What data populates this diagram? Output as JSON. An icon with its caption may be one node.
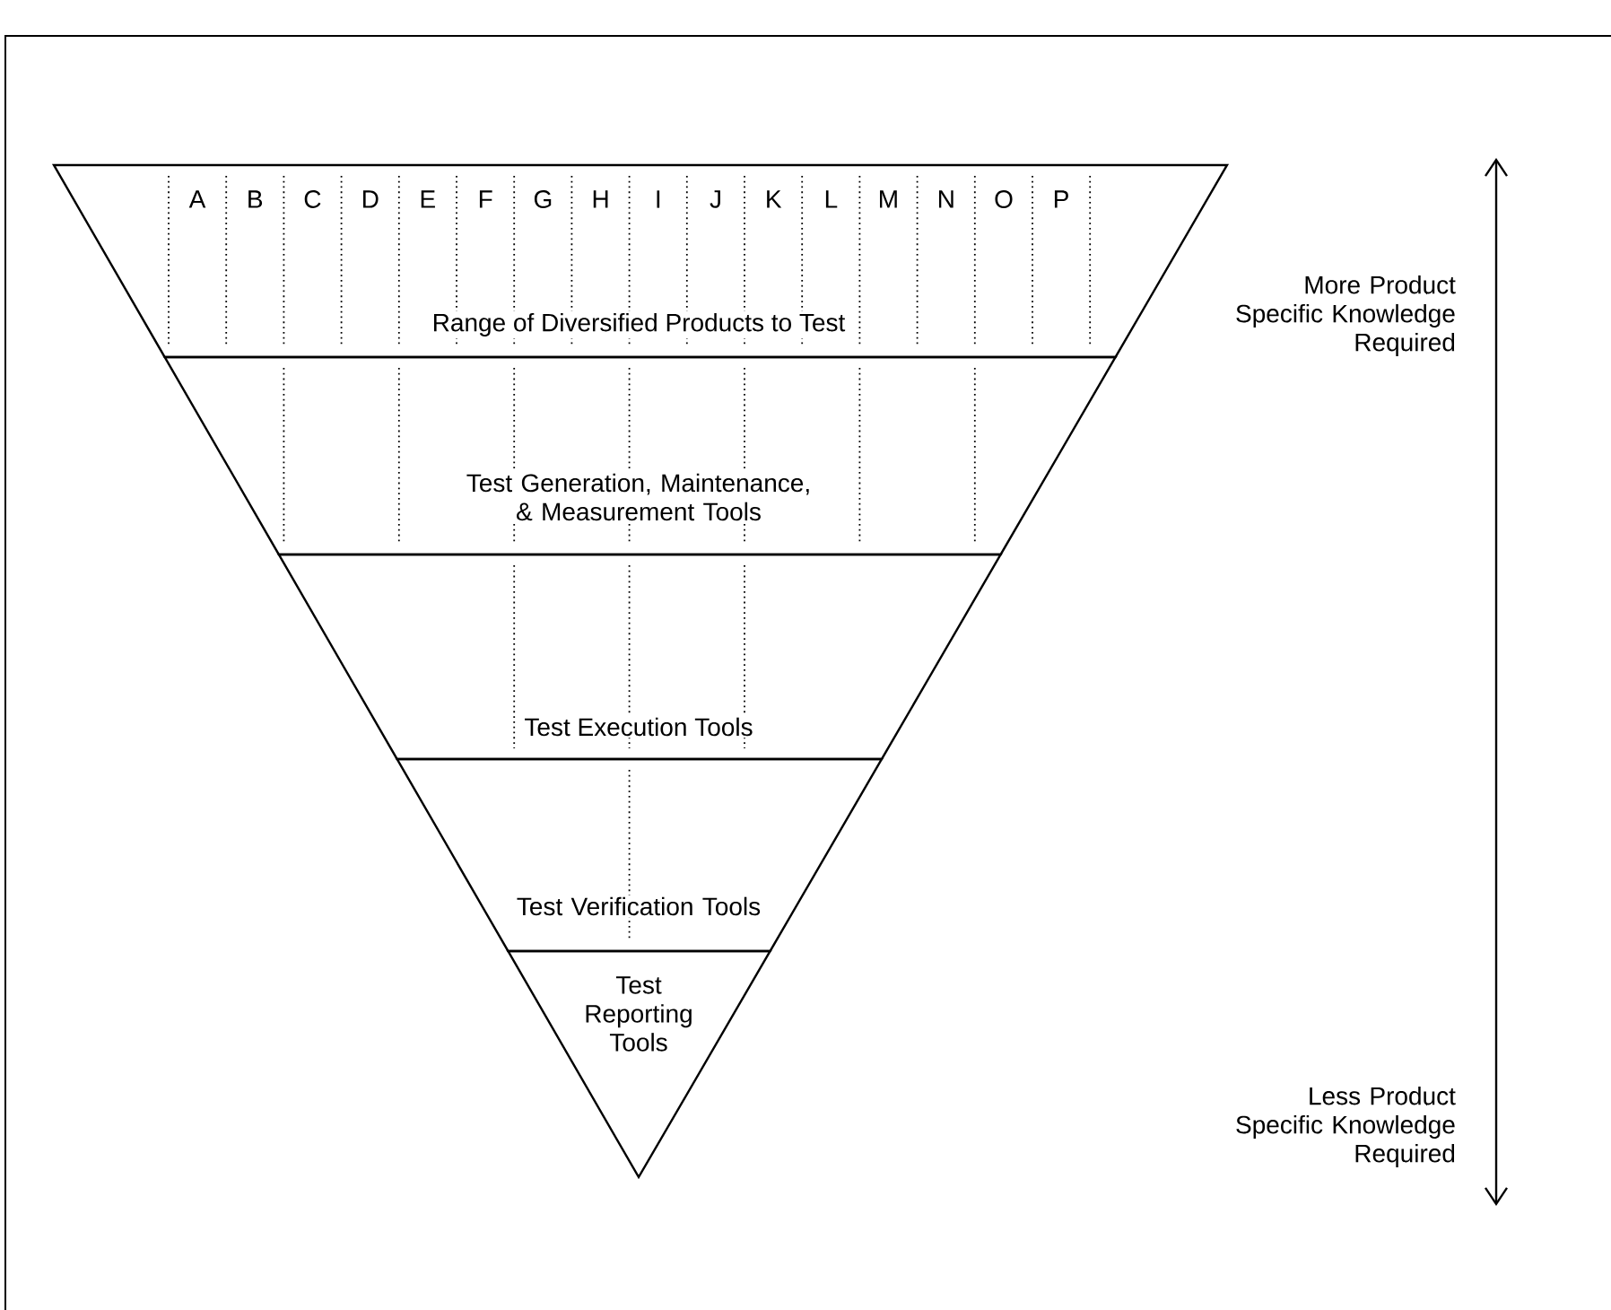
{
  "diagram": {
    "nodes": [
      {
        "text": [
          "Range of Diversified Products to Test"
        ]
      },
      {
        "text": [
          "Test Generation, Maintenance, & Measurement Tools"
        ]
      },
      {
        "text": [
          "Test Execution Tools"
        ]
      },
      {
        "text": [
          "Test Verification Tools"
        ]
      },
      {
        "text": [
          "Test Reporting Tools"
        ]
      }
    ],
    "labels": [
      "A",
      "B",
      "C",
      "D",
      "E",
      "F",
      "G",
      "H",
      "I",
      "J",
      "K",
      "L",
      "M",
      "N",
      "O",
      "P",
      "More Product Specific Knowledge Required",
      "Less Product Specific Knowledge Required"
    ]
  }
}
